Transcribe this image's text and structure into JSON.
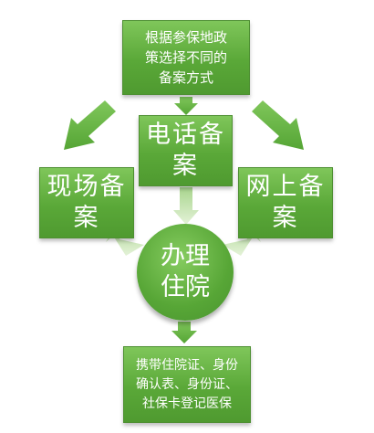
{
  "diagram": {
    "top_box": {
      "text": "根据参保地政\n策选择不同的\n备案方式"
    },
    "phone_box": {
      "text": "电话备\n案"
    },
    "onsite_box": {
      "text": "现场备\n案"
    },
    "online_box": {
      "text": "网上备\n案"
    },
    "center_circle": {
      "text": "办理\n住院"
    },
    "bottom_box": {
      "text": "携带住院证、身份\n确认表、身份证、\n社保卡登记医保"
    }
  },
  "colors": {
    "box_green": "#5aa838",
    "arrow_green": "#6fb84a",
    "arrow_light": "#c9e3b6"
  }
}
